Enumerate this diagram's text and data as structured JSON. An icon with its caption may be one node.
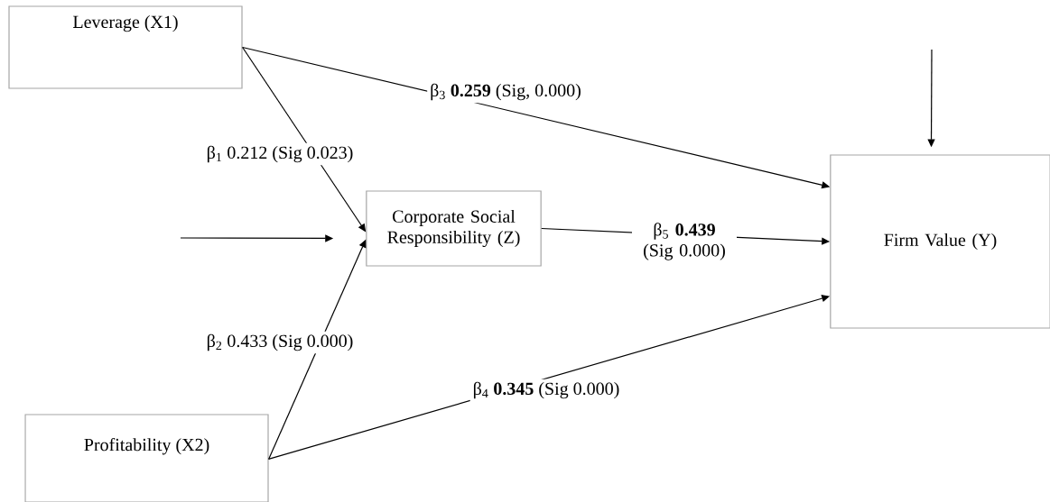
{
  "diagram": {
    "nodes": [
      {
        "text": [
          "Leverage (X1)"
        ]
      },
      {
        "text": [
          "Corporate Social Responsibility (Z)"
        ]
      },
      {
        "text": [
          "Profitability (X2)"
        ]
      },
      {
        "text": [
          "Firm Value (Y)"
        ]
      }
    ],
    "edges": [
      {
        "from": 0,
        "to": 1,
        "arrow": "to",
        "label": "β$_{1}$ 0.212 (Sig 0.023)"
      },
      {
        "from": 0,
        "to": 3,
        "arrow": "to",
        "label": "β$_{3}$ **0.259** (Sig, 0.000)"
      },
      {
        "from": null,
        "to": 1,
        "arrow": "to"
      },
      {
        "from": 1,
        "to": 3,
        "arrow": "to",
        "label": "β$_{5}$ **0.439** (Sig 0.000)"
      },
      {
        "from": 2,
        "to": 1,
        "arrow": "to",
        "label": "β$_{2}$ 0.433 (Sig 0.000)"
      },
      {
        "from": 2,
        "to": 3,
        "arrow": "to",
        "label": "β$_{4}$ **0.345** (Sig 0.000)"
      },
      {
        "from": null,
        "to": 3,
        "arrow": "to"
      }
    ]
  }
}
